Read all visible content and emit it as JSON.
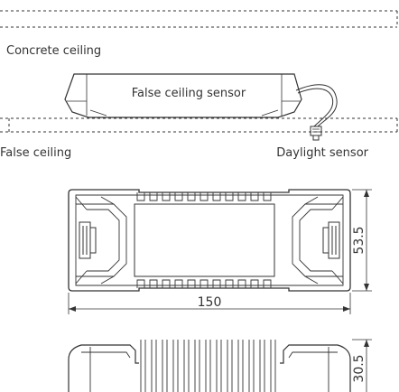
{
  "labels": {
    "concrete_ceiling": "Concrete ceiling",
    "false_ceiling_sensor": "False ceiling sensor",
    "false_ceiling": "False ceiling",
    "daylight_sensor": "Daylight sensor"
  },
  "dimensions": {
    "length": "150",
    "width": "53.5",
    "height": "30.5"
  },
  "colors": {
    "line": "#333333",
    "background": "#ffffff"
  }
}
